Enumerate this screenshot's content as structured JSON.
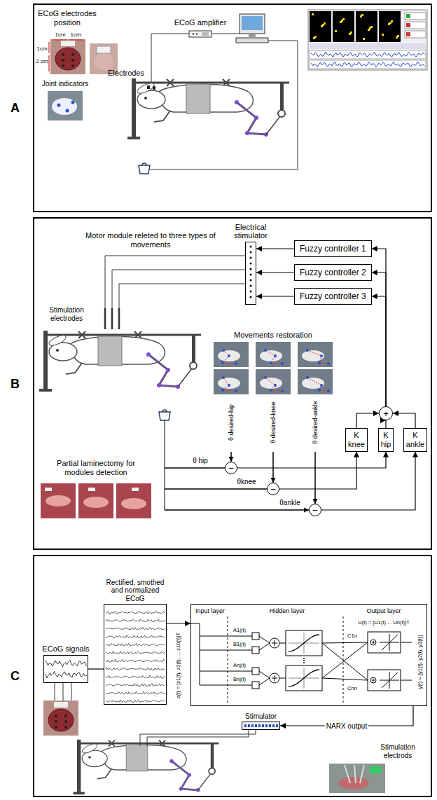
{
  "diagram": {
    "nodes": [
      {
        "text": [
          "A"
        ]
      },
      {
        "text": [
          "B"
        ]
      },
      {
        "text": [
          "Electrical stimulator"
        ],
        "in": 1
      },
      {
        "text": [
          "Fuzzy controller 1"
        ],
        "in": 1
      },
      {
        "text": [
          "Fuzzy controller 2"
        ],
        "in": 1
      },
      {
        "text": [
          "Fuzzy controller 3"
        ],
        "in": 1
      },
      {
        "text": [
          "+"
        ],
        "in": 1
      },
      {
        "text": [
          "K knee"
        ],
        "in": 1
      },
      {
        "text": [
          "K hip"
        ],
        "in": 1
      },
      {
        "text": [
          "K ankle"
        ],
        "in": 1
      },
      {
        "text": [
          "−"
        ],
        "in": 1
      },
      {
        "text": [
          "−"
        ],
        "in": 1
      },
      {
        "text": [
          "−"
        ],
        "in": 1
      },
      {
        "text": [
          "C"
        ]
      },
      {
        "text": [
          "ECoG signals"
        ],
        "in": 13
      },
      {
        "text": [
          "Rectified, smothed and normalized ECoG"
        ],
        "in": 13
      },
      {
        "text": [
          "Input layer",
          "Hidden layer",
          "Output layer"
        ],
        "in": 13
      },
      {
        "text": [
          "Stimulator"
        ],
        "in": 13
      }
    ],
    "edges": [
      {
        "from": 3,
        "to": 2,
        "arrow": "to"
      },
      {
        "from": 4,
        "to": 2,
        "arrow": "to"
      },
      {
        "from": 5,
        "to": 2,
        "arrow": "to"
      },
      {
        "from": 6,
        "to": 3,
        "arrow": "to"
      },
      {
        "from": 6,
        "to": 4,
        "arrow": "to"
      },
      {
        "from": 6,
        "to": 5,
        "arrow": "to"
      },
      {
        "from": 7,
        "to": 6,
        "arrow": "to"
      },
      {
        "from": 8,
        "to": 6,
        "arrow": "to"
      },
      {
        "from": 9,
        "to": 6,
        "arrow": "to"
      },
      {
        "from": 10,
        "to": 8,
        "arrow": "to"
      },
      {
        "from": 11,
        "to": 7,
        "arrow": "to"
      },
      {
        "from": 12,
        "to": 9,
        "arrow": "to"
      },
      {
        "from": 14,
        "to": 15,
        "arrow": "none"
      },
      {
        "from": 15,
        "to": 16,
        "arrow": "to"
      },
      {
        "from": 16,
        "to": 17,
        "label": "NARX output",
        "arrow": "to"
      }
    ],
    "labels": [
      "ECoG electrodes position",
      "1cm",
      "1cm",
      "1cm",
      "2 cm",
      "Joint indicators",
      "ECoG amplifier",
      "Electrodes",
      "Motor module releted to three types of movements",
      "Stimulation electrodes",
      "Movements restoration",
      "Partial laminectomy for modules detection",
      "θ desired-hip",
      "θ desired-knee",
      "θ desired-ankle",
      "θ hip",
      "θknee",
      "θankle",
      "z(t) = [z1(t), z2(t), ... z10(t)]T",
      "A1j(t)",
      "B1j(t)",
      "Anj(t)",
      "Bnj(t)",
      "U(t) = [U1(t) ... Un(t)]T",
      "C1n",
      "Cnn",
      "y(t) = [y1(t), y2(t), y3(t)]",
      "Stimulation electrods"
    ]
  }
}
